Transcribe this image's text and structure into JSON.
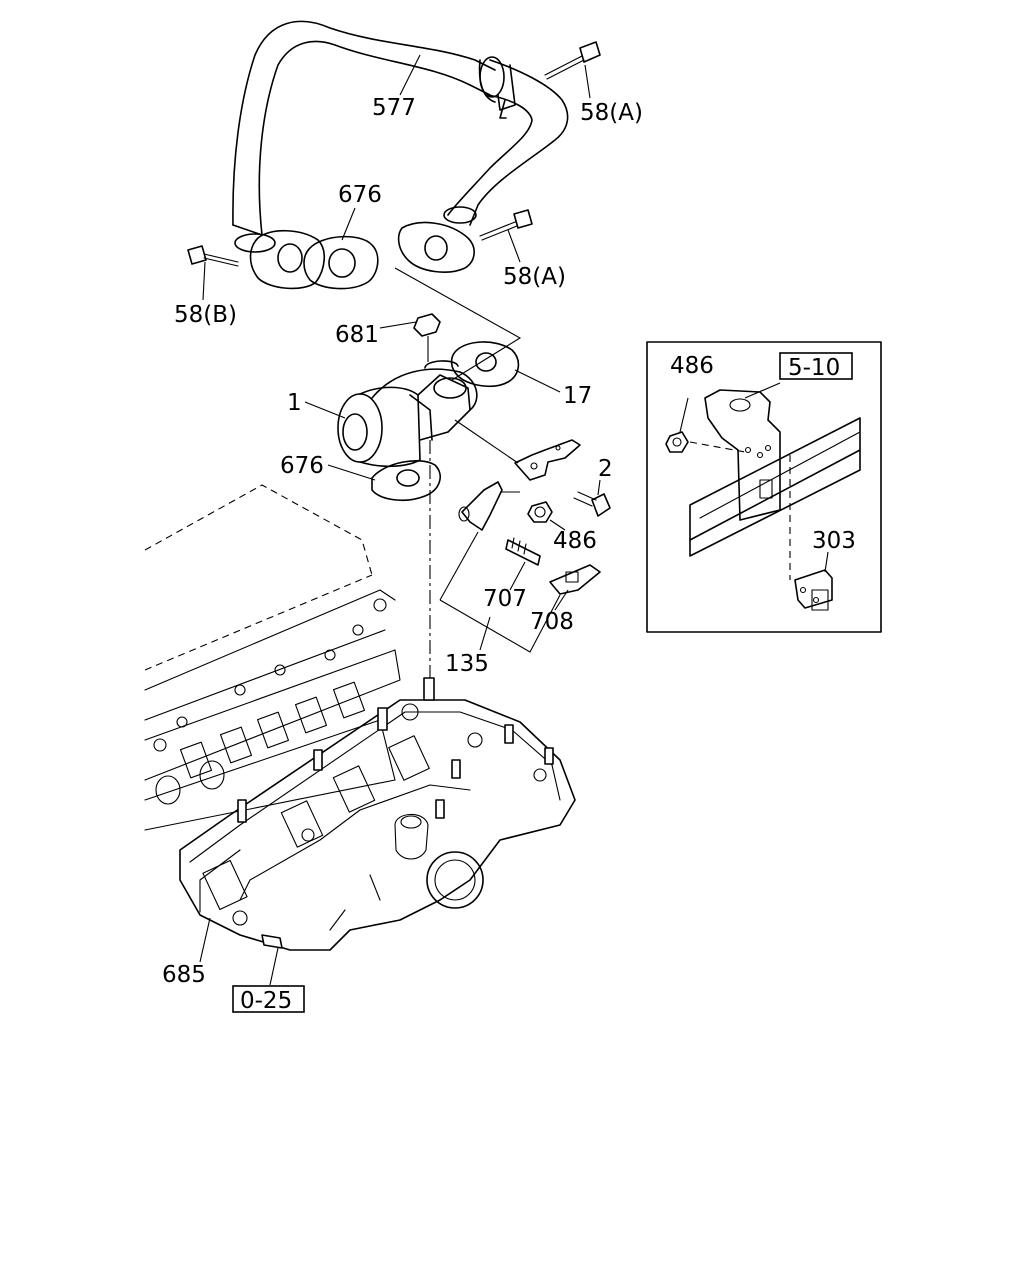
{
  "labels": {
    "pipe": "577",
    "bolt_a_top": "58(A)",
    "gasket_pipe": "676",
    "bolt_b": "58(B)",
    "bolt_a_mid": "58(A)",
    "nut_top": "681",
    "gasket_17": "17",
    "egr_valve": "1",
    "gasket_lower": "676",
    "bolt_2": "2",
    "nut_486": "486",
    "stud_707": "707",
    "clip_708": "708",
    "bracket_135": "135",
    "manifold_685": "685",
    "ref_0_25": "0-25",
    "inset_nut_486": "486",
    "ref_5_10": "5-10",
    "inset_bracket_303": "303"
  }
}
